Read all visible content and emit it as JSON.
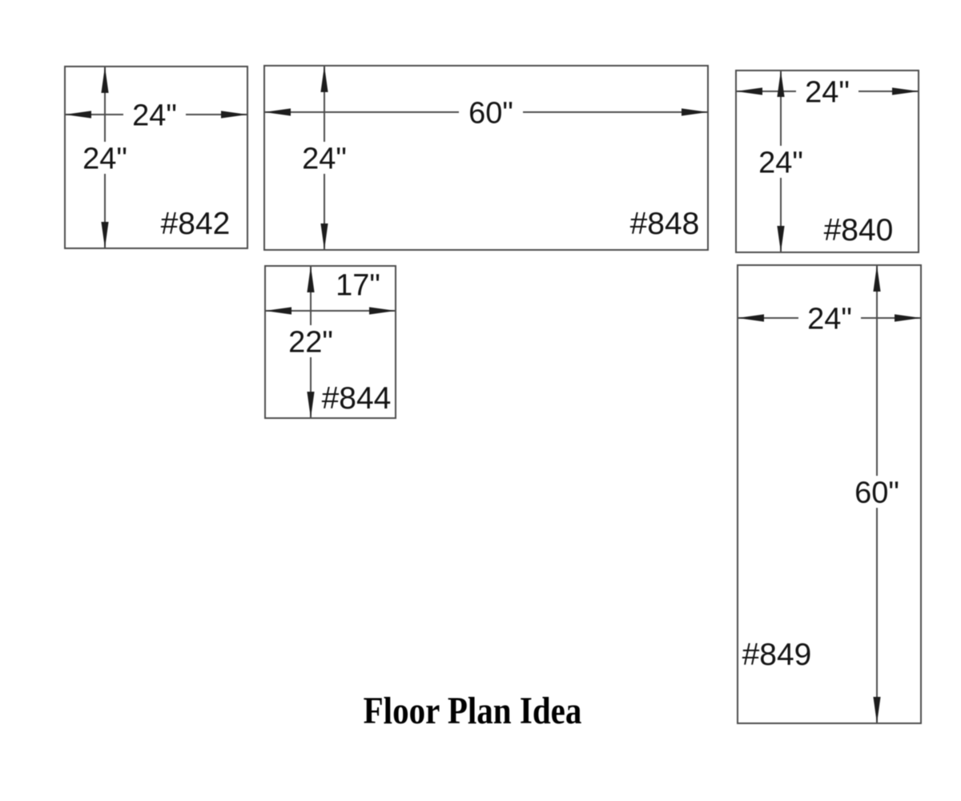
{
  "title": "Floor Plan Idea",
  "units": [
    {
      "id": "#842",
      "width_label": "24\"",
      "height_label": "24\""
    },
    {
      "id": "#848",
      "width_label": "60\"",
      "height_label": "24\""
    },
    {
      "id": "#840",
      "width_label": "24\"",
      "height_label": "24\""
    },
    {
      "id": "#844",
      "width_label": "17\"",
      "height_label": "22\""
    },
    {
      "id": "#849",
      "width_label": "24\"",
      "height_label": "60\""
    }
  ],
  "colors": {
    "bg": "#ffffff",
    "line": "#4d4d4d",
    "arrow": "#1d1d1d",
    "dim-text": "#141414",
    "title-text": "#000000"
  }
}
